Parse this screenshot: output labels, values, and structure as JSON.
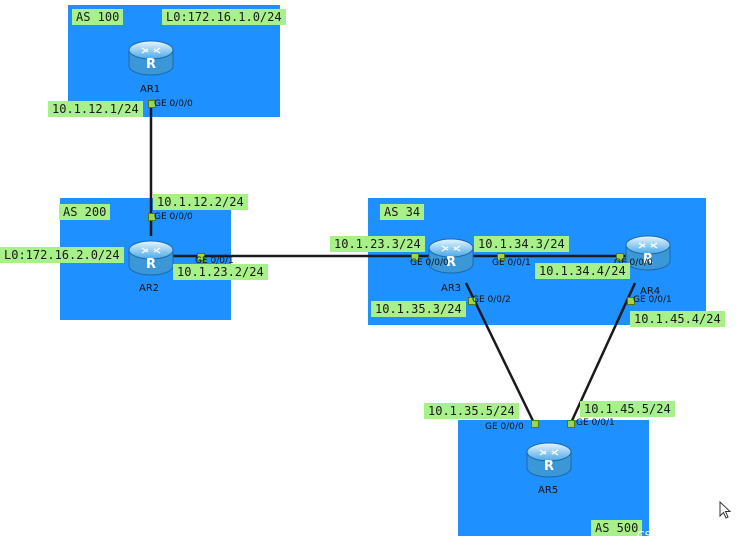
{
  "colors": {
    "as_area": "#1e90ff",
    "label_bg": "#a8f08a",
    "link": "#1a1a1a"
  },
  "areas": {
    "as100": {
      "label": "AS 100",
      "loopback": "L0:172.16.1.0/24"
    },
    "as200": {
      "label": "AS 200",
      "loopback": "L0:172.16.2.0/24"
    },
    "as34": {
      "label": "AS 34"
    },
    "as500": {
      "label": "AS 500"
    }
  },
  "routers": {
    "ar1": {
      "name": "AR1",
      "icon": "router-icon"
    },
    "ar2": {
      "name": "AR2",
      "icon": "router-icon"
    },
    "ar3": {
      "name": "AR3",
      "icon": "router-icon"
    },
    "ar4": {
      "name": "AR4",
      "icon": "router-icon"
    },
    "ar5": {
      "name": "AR5",
      "icon": "router-icon"
    }
  },
  "interfaces": {
    "ar1_g000": {
      "port": "GE 0/0/0",
      "ip": "10.1.12.1/24"
    },
    "ar2_g000": {
      "port": "GE 0/0/0",
      "ip": "10.1.12.2/24"
    },
    "ar2_g001": {
      "port": "GE 0/0/1",
      "ip": "10.1.23.2/24"
    },
    "ar3_g000": {
      "port": "GE 0/0/0",
      "ip": "10.1.23.3/24"
    },
    "ar3_g001": {
      "port": "GE 0/0/1",
      "ip": "10.1.34.3/24"
    },
    "ar3_g002": {
      "port": "GE 0/0/2",
      "ip": "10.1.35.3/24"
    },
    "ar4_g000": {
      "port": "GE 0/0/0",
      "ip": "10.1.34.4/24"
    },
    "ar4_g001": {
      "port": "GE 0/0/1",
      "ip": "10.1.45.4/24"
    },
    "ar5_g000": {
      "port": "GE 0/0/0",
      "ip": "10.1.35.5/24"
    },
    "ar5_g001": {
      "port": "GE 0/0/1",
      "ip": "10.1.45.5/24"
    }
  },
  "watermark": "CSDN @木玄玑"
}
